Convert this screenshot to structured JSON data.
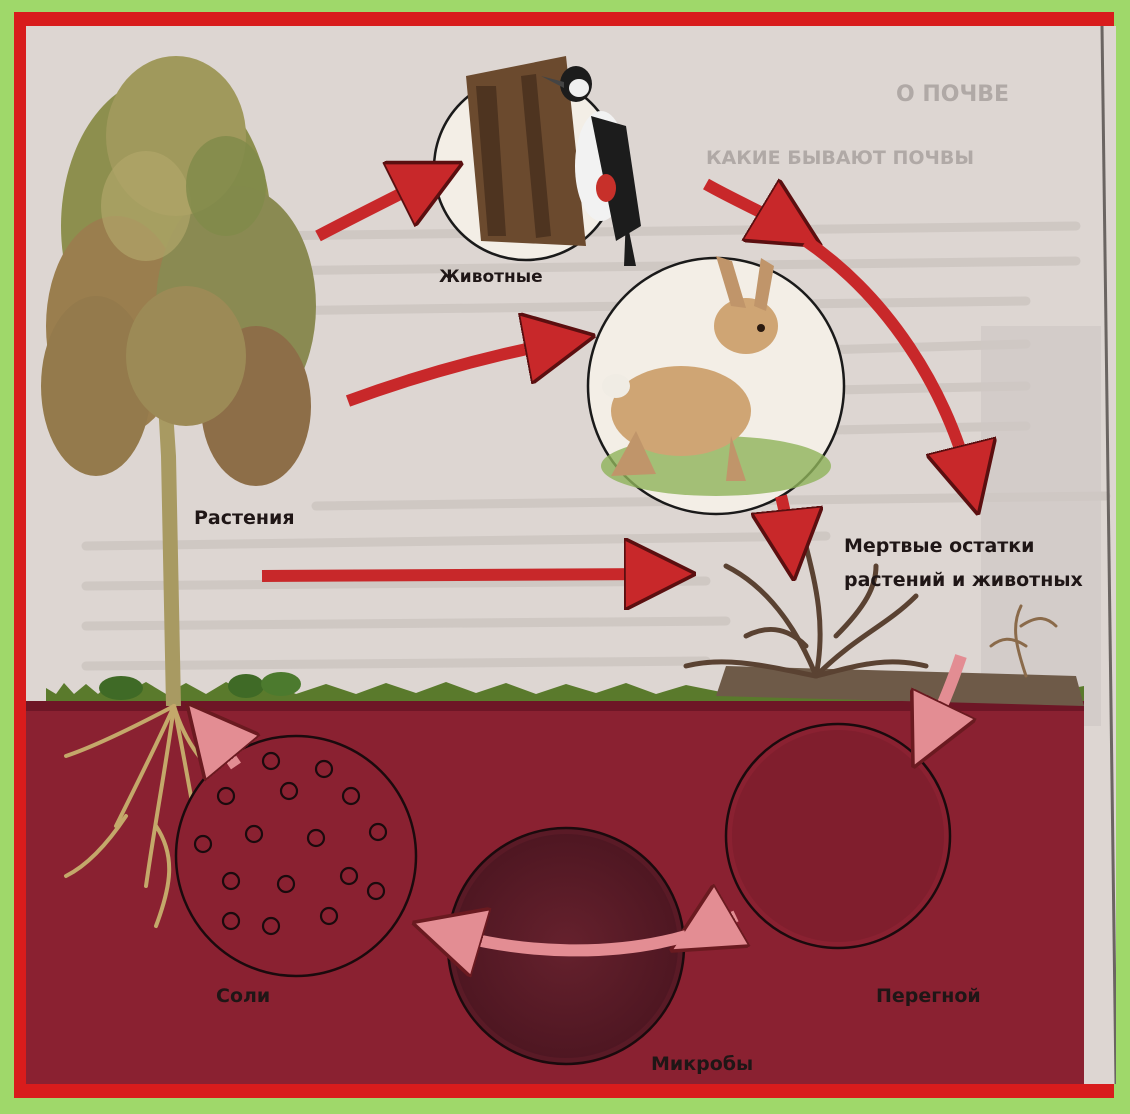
{
  "labels": {
    "plants": "Растения",
    "animals": "Животные",
    "dead_remains_line1": "Мертвые остатки",
    "dead_remains_line2": "растений и животных",
    "humus": "Перегной",
    "microbes": "Микробы",
    "salts": "Соли"
  },
  "background_text": {
    "heading_1": "О ПОЧВЕ",
    "heading_2": "КАКИЕ БЫВАЮТ ПОЧВЫ"
  },
  "colors": {
    "frame": "#d81c1c",
    "outer_border": "#9fd86a",
    "soil": "#8a2131",
    "arrow": "#c8282a",
    "pink_arrow": "#e38d93",
    "page": "#ddd6d2"
  }
}
